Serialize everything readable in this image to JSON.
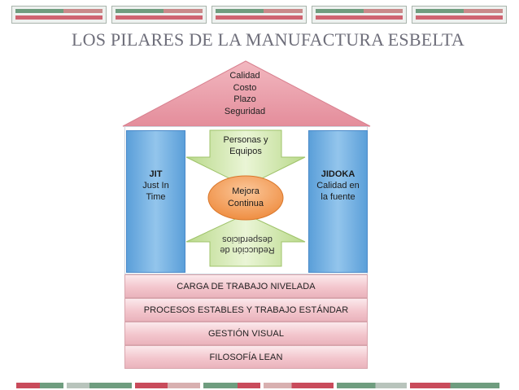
{
  "title": "LOS PILARES DE LA MANUFACTURA ESBELTA",
  "roof": {
    "lines": [
      "Calidad",
      "Costo",
      "Plazo",
      "Seguridad"
    ]
  },
  "left_pillar": {
    "heading": "JIT",
    "lines": [
      "Just In",
      "Time"
    ]
  },
  "right_pillar": {
    "heading": "JIDOKA",
    "lines": [
      "Calidad en",
      "la fuente"
    ]
  },
  "center": {
    "top_arrow": [
      "Personas y",
      "Equipos"
    ],
    "circle": [
      "Mejora",
      "Continua"
    ],
    "bottom_arrow_flipped": [
      "Reducción de",
      "desperdicios"
    ]
  },
  "bands": [
    "CARGA DE TRABAJO NIVELADA",
    "PROCESOS ESTABLES Y TRABAJO ESTÁNDAR",
    "GESTIÓN VISUAL",
    "FILOSOFÍA LEAN"
  ],
  "colors": {
    "roof": "#e99aa6",
    "pillar": "#5b9fd9",
    "arrow": "#cfe6a9",
    "circle": "#f0984f",
    "band": "#f3c6cd",
    "title": "#6e6e7a"
  }
}
